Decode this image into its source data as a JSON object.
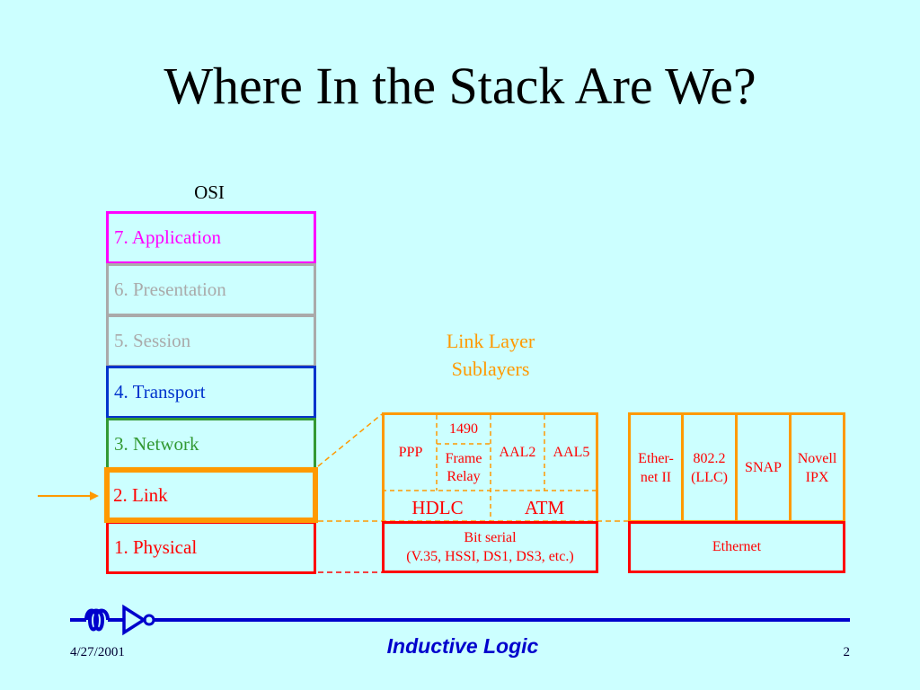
{
  "slide": {
    "title": "Where In the Stack Are We?"
  },
  "osi": {
    "heading": "OSI",
    "layers": [
      {
        "label": "7. Application",
        "color": "#ff00ff"
      },
      {
        "label": "6. Presentation",
        "color": "#aaaaaa"
      },
      {
        "label": "5. Session",
        "color": "#aaaaaa"
      },
      {
        "label": "4. Transport",
        "color": "#0033cc"
      },
      {
        "label": "3. Network",
        "color": "#339933"
      },
      {
        "label": "2. Link",
        "color": "#ff0000",
        "highlight_color": "#ff9900"
      },
      {
        "label": "1. Physical",
        "color": "#ff0000"
      }
    ]
  },
  "link_layer": {
    "title_line1": "Link Layer",
    "title_line2": "Sublayers",
    "serial": {
      "ppp": "PPP",
      "n1490": "1490",
      "frame_relay_line1": "Frame",
      "frame_relay_line2": "Relay",
      "aal2": "AAL2",
      "aal5": "AAL5",
      "hdlc": "HDLC",
      "atm": "ATM",
      "physical_line1": "Bit serial",
      "physical_line2": "(V.35, HSSI, DS1, DS3, etc.)"
    },
    "lan": {
      "ethernet_ii_line1": "Ether-",
      "ethernet_ii_line2": "net II",
      "llc_line1": "802.2",
      "llc_line2": "(LLC)",
      "snap": "SNAP",
      "ipx_line1": "Novell",
      "ipx_line2": "IPX",
      "physical": "Ethernet"
    }
  },
  "footer": {
    "date": "4/27/2001",
    "company": "Inductive Logic",
    "page": "2"
  },
  "colors": {
    "background": "#ccffff",
    "orange": "#ff9900",
    "red": "#ff0000",
    "blue": "#0000cc"
  }
}
